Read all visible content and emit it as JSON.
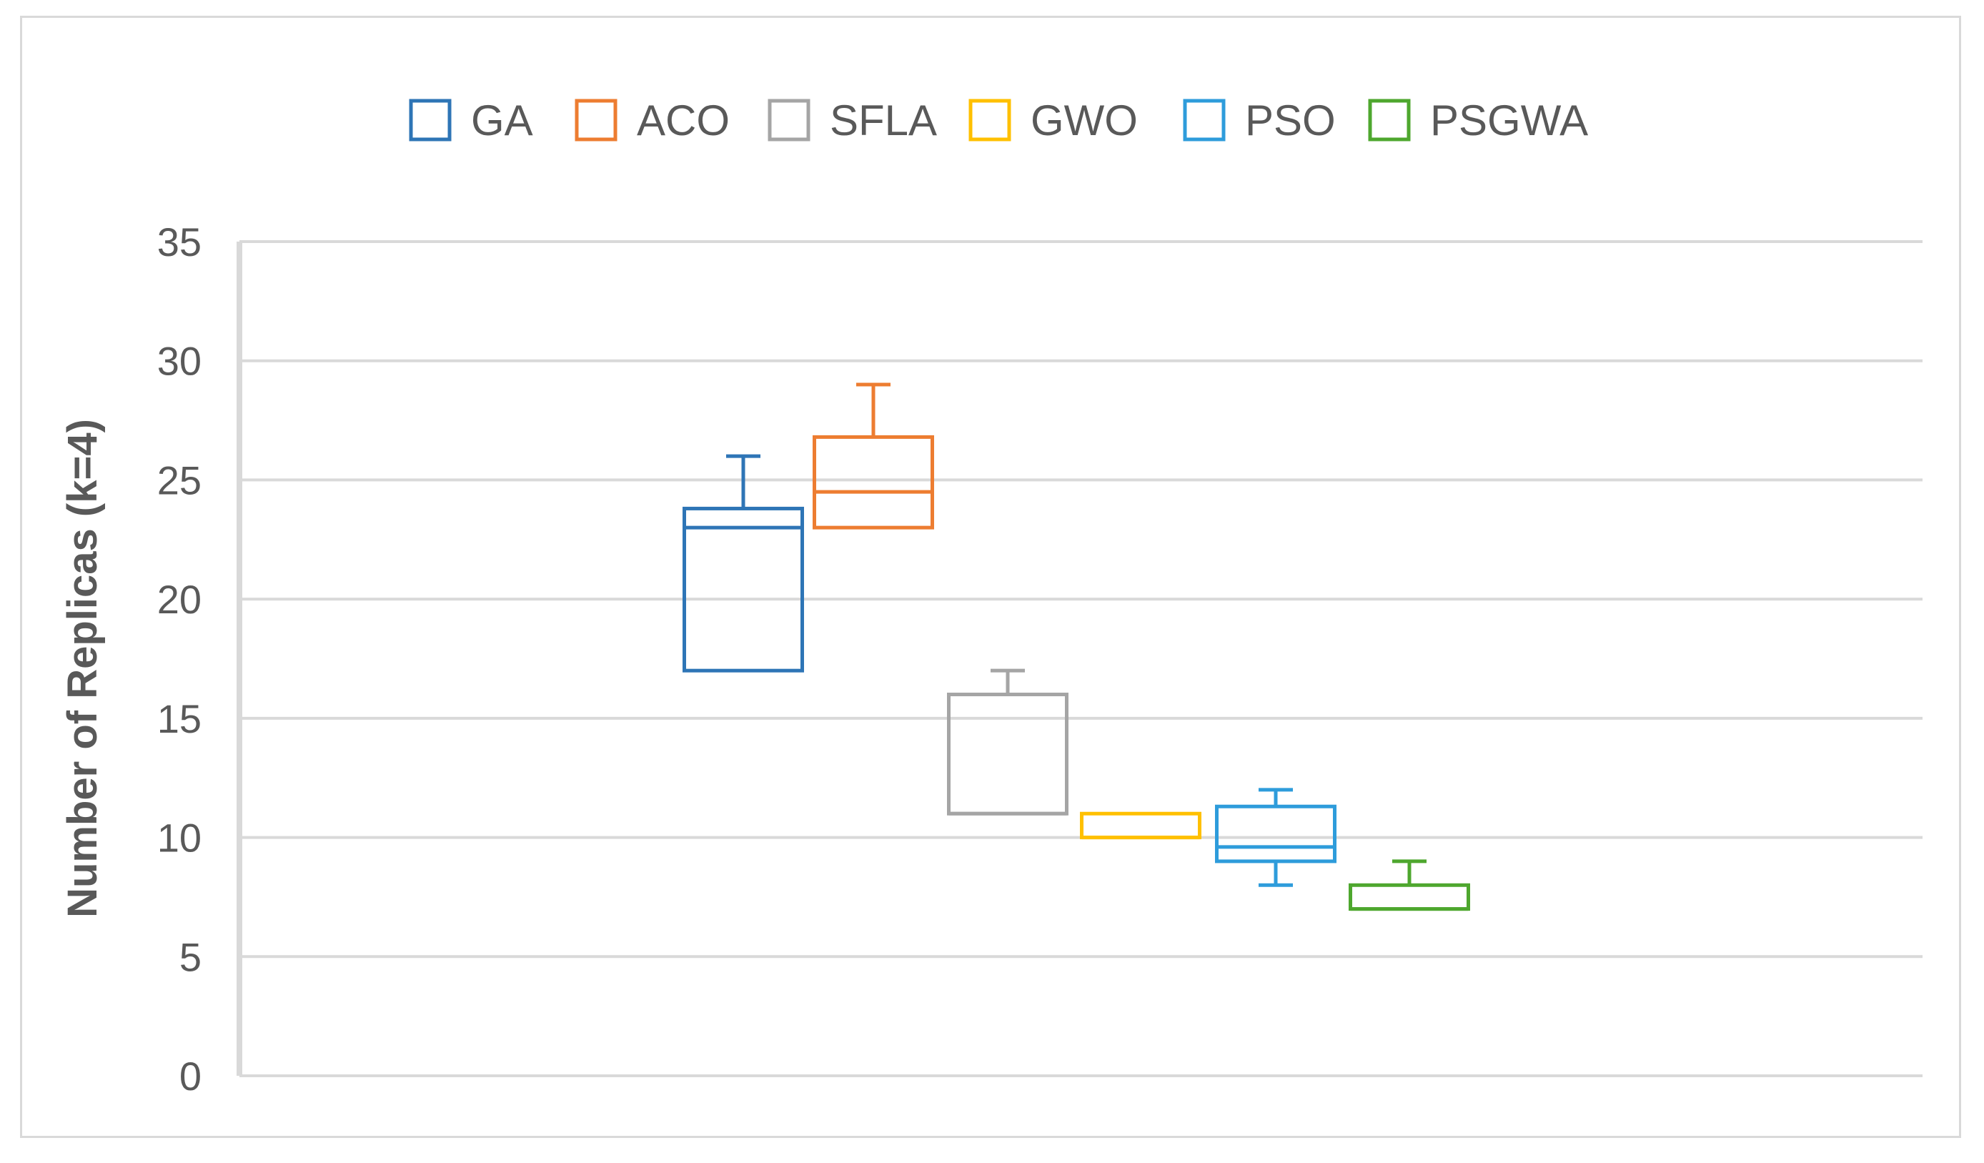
{
  "chart_data": {
    "type": "box",
    "title": "",
    "xlabel": "",
    "ylabel": "Number of Replicas (k=4)",
    "ylim": [
      0,
      35
    ],
    "yticks": [
      0,
      5,
      10,
      15,
      20,
      25,
      30,
      35
    ],
    "grid": true,
    "legend_position": "top",
    "series": [
      {
        "name": "GA",
        "color": "#2E75B6",
        "min": 17,
        "q1": 17,
        "median": 23,
        "q3": 23.8,
        "max": 26
      },
      {
        "name": "ACO",
        "color": "#ED7D31",
        "min": 23,
        "q1": 23,
        "median": 24.5,
        "q3": 26.8,
        "max": 29
      },
      {
        "name": "SFLA",
        "color": "#A5A5A5",
        "min": 11,
        "q1": 11,
        "median": 11,
        "q3": 16,
        "max": 17
      },
      {
        "name": "GWO",
        "color": "#FFC000",
        "min": 10,
        "q1": 10,
        "median": 10,
        "q3": 11,
        "max": 11
      },
      {
        "name": "PSO",
        "color": "#2E9CDB",
        "min": 8,
        "q1": 9,
        "median": 9.6,
        "q3": 11.3,
        "max": 12
      },
      {
        "name": "PSGWA",
        "color": "#4EA72E",
        "min": 7,
        "q1": 7,
        "median": 7,
        "q3": 8,
        "max": 9
      }
    ]
  }
}
